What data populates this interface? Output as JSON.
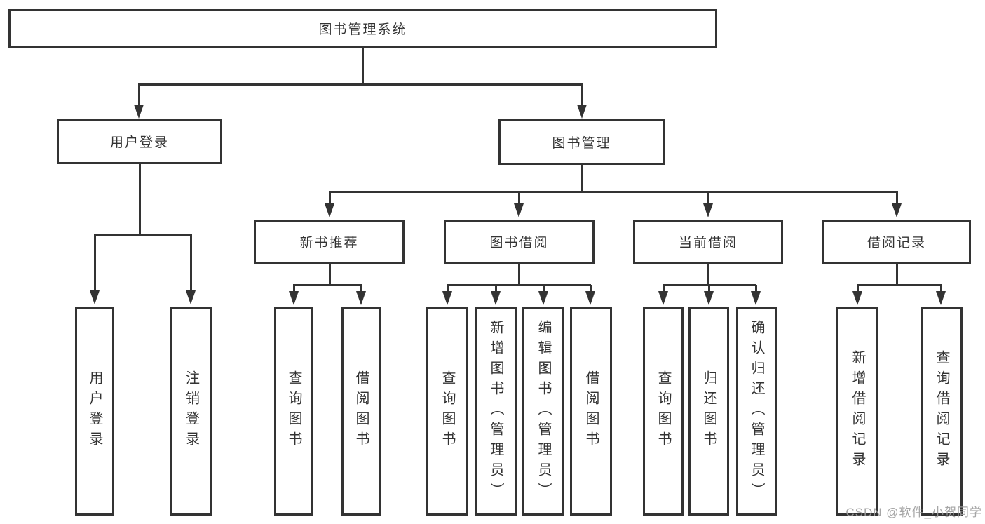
{
  "tree": {
    "label": "图书管理系统",
    "children": [
      {
        "label": "用户登录",
        "children": [
          {
            "label": "用户登录"
          },
          {
            "label": "注销登录"
          }
        ]
      },
      {
        "label": "图书管理",
        "children": [
          {
            "label": "新书推荐",
            "children": [
              {
                "label": "查询图书"
              },
              {
                "label": "借阅图书"
              }
            ]
          },
          {
            "label": "图书借阅",
            "children": [
              {
                "label": "查询图书"
              },
              {
                "label": "新增图书（管理员）"
              },
              {
                "label": "编辑图书（管理员）"
              },
              {
                "label": "借阅图书"
              }
            ]
          },
          {
            "label": "当前借阅",
            "children": [
              {
                "label": "查询图书"
              },
              {
                "label": "归还图书"
              },
              {
                "label": "确认归还（管理员）"
              }
            ]
          },
          {
            "label": "借阅记录",
            "children": [
              {
                "label": "新增借阅记录"
              },
              {
                "label": "查询借阅记录"
              }
            ]
          }
        ]
      }
    ]
  },
  "watermark": {
    "text": "CSDN @软件_小贺同学"
  },
  "colors": {
    "line": "#333333",
    "text": "#333333",
    "background": "#ffffff",
    "watermark": "#9e9e9e"
  }
}
